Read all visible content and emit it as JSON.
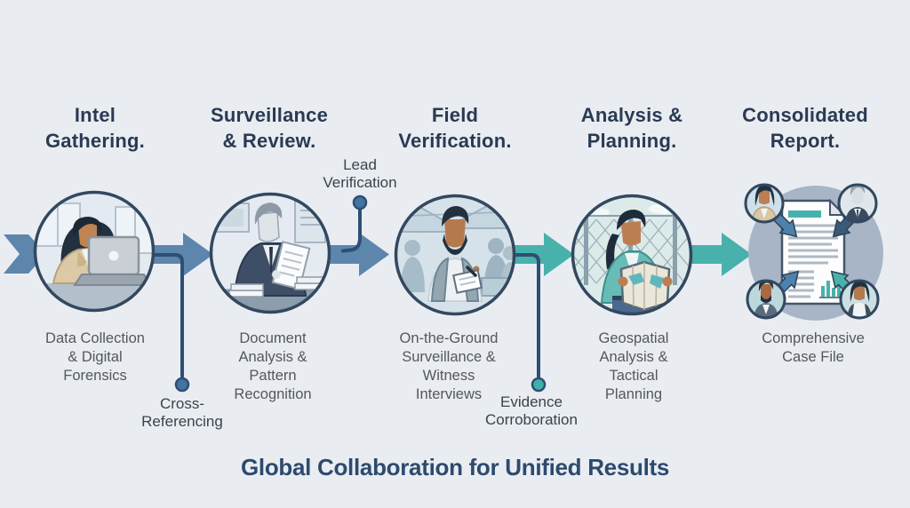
{
  "background_color": "#e9edf2",
  "palette": {
    "arrow_blue": "#5d86ad",
    "arrow_teal": "#48b1ab",
    "connector_line": "#2e4e74",
    "connector_dot_blue": "#44739e",
    "connector_dot_teal": "#3fb0aa",
    "heading_text": "#2a3a52",
    "caption_text": "#54585e",
    "callout_text": "#3c424a",
    "footer_text": "#2d4a6e"
  },
  "stages": [
    {
      "id": "intel-gathering",
      "title_lines": [
        "Intel",
        "Gathering."
      ],
      "caption_lines": [
        "Data Collection",
        "& Digital",
        "Forensics"
      ],
      "illustration": "woman-analyst-at-laptop"
    },
    {
      "id": "surveillance-review",
      "title_lines": [
        "Surveillance",
        "& Review."
      ],
      "caption_lines": [
        "Document",
        "Analysis &",
        "Pattern",
        "Recognition"
      ],
      "illustration": "man-reviewing-documents"
    },
    {
      "id": "field-verification",
      "title_lines": [
        "Field",
        "Verification."
      ],
      "caption_lines": [
        "On-the-Ground",
        "Surveillance &",
        "Witness",
        "Interviews"
      ],
      "illustration": "field-agent-with-notepad"
    },
    {
      "id": "analysis-planning",
      "title_lines": [
        "Analysis &",
        "Planning."
      ],
      "caption_lines": [
        "Geospatial",
        "Analysis &",
        "Tactical",
        "Planning"
      ],
      "illustration": "woman-reading-map-at-fence"
    },
    {
      "id": "consolidated-report",
      "title_lines": [
        "Consolidated",
        "Report."
      ],
      "caption_lines": [
        "Comprehensive",
        "Case File"
      ],
      "illustration": "team-avatars-merging-into-report"
    }
  ],
  "callouts": [
    {
      "id": "lead-verification",
      "lines": [
        "Lead",
        "Verification"
      ]
    },
    {
      "id": "cross-referencing",
      "lines": [
        "Cross-",
        "Referencing"
      ]
    },
    {
      "id": "evidence-corroboration",
      "lines": [
        "Evidence",
        "Corroboration"
      ]
    }
  ],
  "footer": {
    "title": "Global Collaboration for Unified Results"
  }
}
